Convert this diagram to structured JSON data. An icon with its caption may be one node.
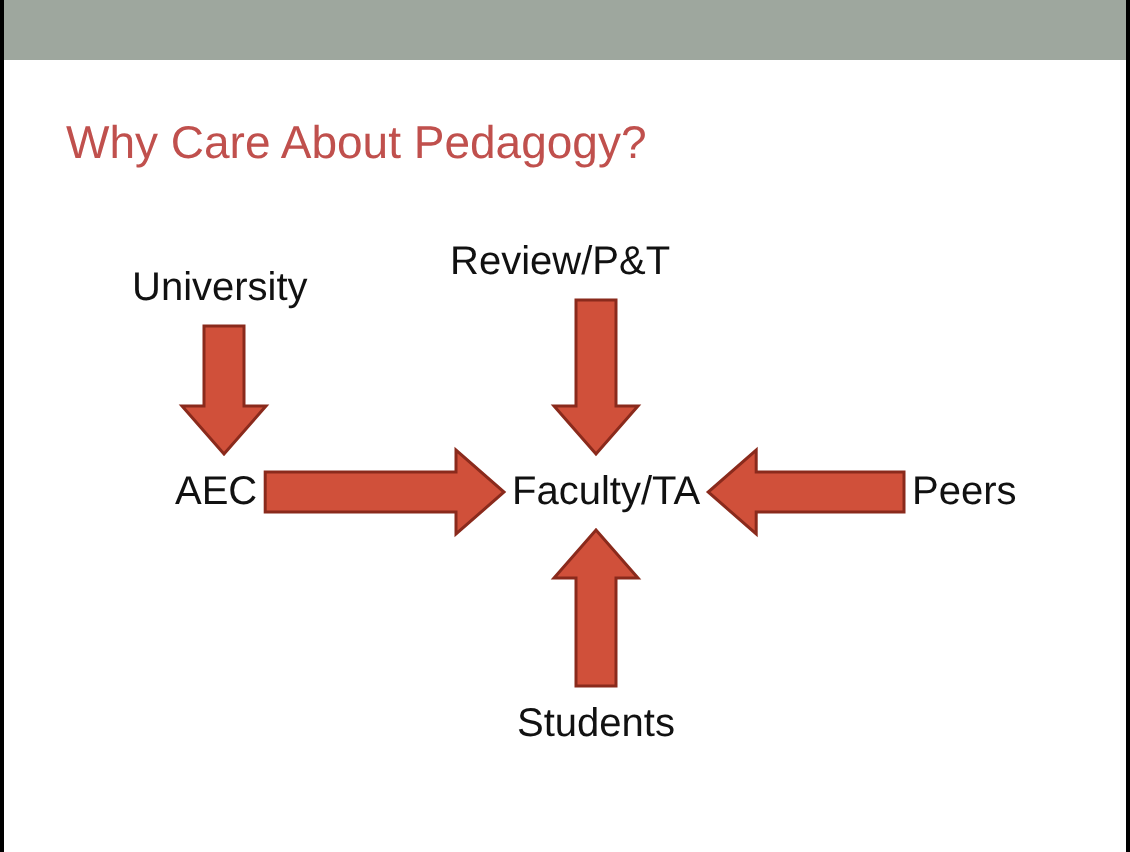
{
  "diagram": {
    "title": "Why Care About Pedagogy?",
    "nodes": [
      {
        "text": [
          "University"
        ]
      },
      {
        "text": [
          "Review/P&T"
        ]
      },
      {
        "text": [
          "AEC"
        ]
      },
      {
        "text": [
          "Faculty/TA"
        ]
      },
      {
        "text": [
          "Peers"
        ]
      },
      {
        "text": [
          "Students"
        ]
      }
    ],
    "edges": [
      {
        "from": 0,
        "to": 2,
        "arrow": "to"
      },
      {
        "from": 1,
        "to": 3,
        "arrow": "to"
      },
      {
        "from": 2,
        "to": 3,
        "arrow": "to"
      },
      {
        "from": 4,
        "to": 3,
        "arrow": "to"
      },
      {
        "from": 5,
        "to": 3,
        "arrow": "to"
      }
    ]
  }
}
